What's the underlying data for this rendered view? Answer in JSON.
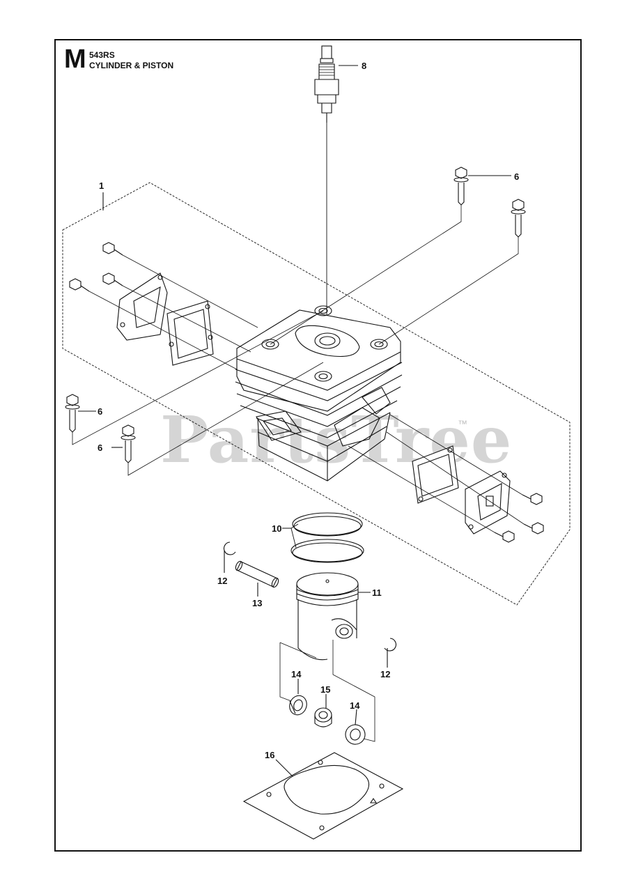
{
  "header": {
    "section_letter": "M",
    "model": "543RS",
    "title": "CYLINDER & PISTON"
  },
  "watermark": {
    "text": "PartsTree",
    "trademark": "™"
  },
  "callouts": [
    {
      "id": "c1",
      "label": "1"
    },
    {
      "id": "c6a",
      "label": "6"
    },
    {
      "id": "c6b",
      "label": "6"
    },
    {
      "id": "c6c",
      "label": "6"
    },
    {
      "id": "c8",
      "label": "8"
    },
    {
      "id": "c10",
      "label": "10"
    },
    {
      "id": "c11",
      "label": "11"
    },
    {
      "id": "c12a",
      "label": "12"
    },
    {
      "id": "c12b",
      "label": "12"
    },
    {
      "id": "c13",
      "label": "13"
    },
    {
      "id": "c14a",
      "label": "14"
    },
    {
      "id": "c14b",
      "label": "14"
    },
    {
      "id": "c15",
      "label": "15"
    },
    {
      "id": "c16",
      "label": "16"
    }
  ]
}
